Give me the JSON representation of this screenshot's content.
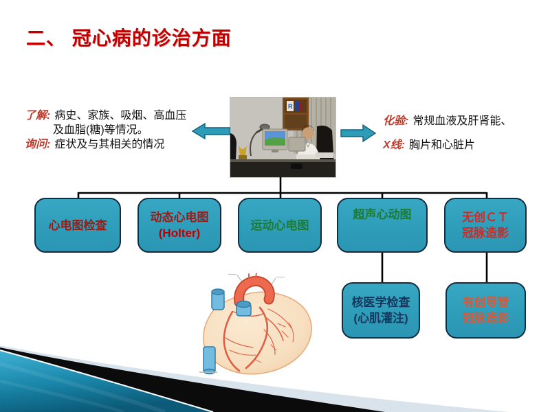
{
  "slide": {
    "title": "二、 冠心病的诊治方面"
  },
  "notes": {
    "left": {
      "label1": "了解:",
      "text1": "病史、家族、吸烟、高血压",
      "text1_cont": "及血脂(糖)等情况。",
      "label2": "询问:",
      "text2": "症状及与其相关的情况"
    },
    "right": {
      "label1": "化验:",
      "text1": "常规血液及肝肾能、",
      "label2": "X线:",
      "text2": "胸片和心脏片"
    }
  },
  "diagram": {
    "row1": [
      {
        "line1": "心电图检查"
      },
      {
        "line1": "动态心电图",
        "line2": "(Holter)"
      },
      {
        "line1": "运动心电图"
      },
      {
        "line1": "超声心动图"
      },
      {
        "line1": "无创ＣＴ",
        "line2": "冠脉造影"
      }
    ],
    "row2": [
      {
        "line1": "核医学检查",
        "line2": "(心肌灌注)"
      },
      {
        "line1": "有创导管",
        "line2": "冠脉造影"
      }
    ]
  },
  "images": {
    "doctor_photo": "doctor-sitting-at-office-desk-photo",
    "heart_illustration": "heart-with-coronary-arteries-illustration"
  },
  "icons": {
    "left_arrow": "block-arrow-left",
    "right_arrow": "block-arrow-right"
  },
  "colors": {
    "title_red": "#c00000",
    "note_label_red": "#bf3a2b",
    "box_fill_teal": "#2f9fbc",
    "box_border_navy": "#132c40",
    "arrow_teal": "#2d9cb8",
    "box_text_dark_red": "#9b1c15",
    "box_text_bright_red": "#c00000",
    "box_text_green": "#1e7b35",
    "box_text_red": "#cf2b26",
    "box_text_navy": "#17365d",
    "box_text_orange_red": "#d8593a",
    "connector_black": "#000000",
    "swoosh_teal_dark": "#0b5a78",
    "swoosh_teal_light": "#3fb2d4",
    "swoosh_pale": "#d9e3eb",
    "swoosh_black": "#0b0b0b"
  }
}
